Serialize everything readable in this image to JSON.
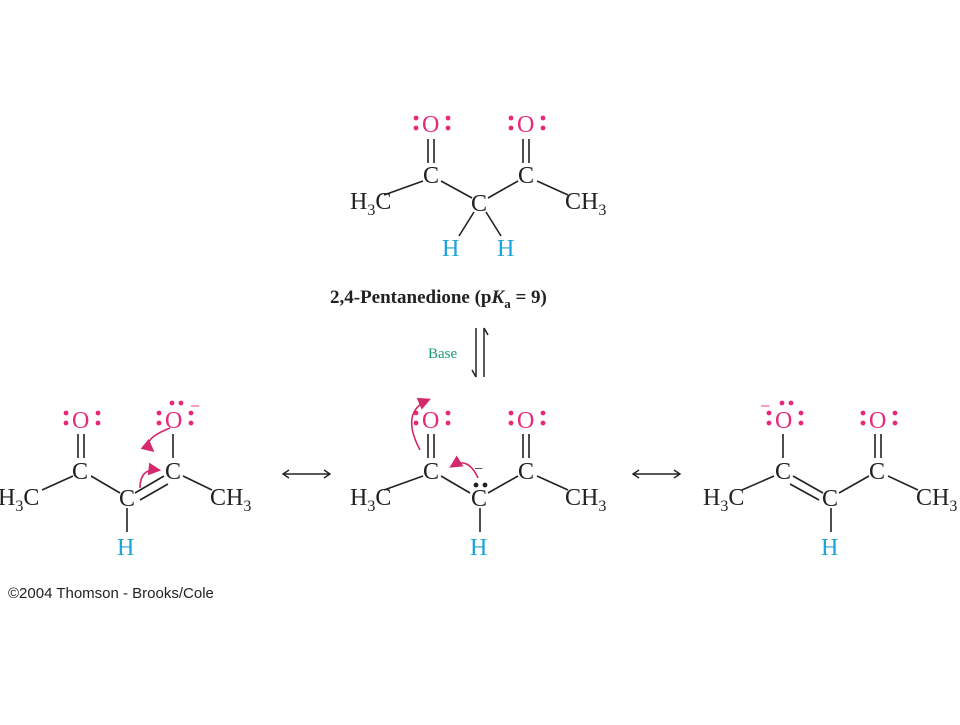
{
  "colors": {
    "oxygen": "#e8287a",
    "hydrogen": "#1aa5d8",
    "reagent": "#1a9a6c",
    "bond": "#222222",
    "arrow": "#d42a6b"
  },
  "top_molecule": {
    "o_left": "O",
    "o_right": "O",
    "c_left": "C",
    "c_middle": "C",
    "c_right": "C",
    "h3c_H": "H",
    "h3c_sub": "3",
    "h3c_C": "C",
    "ch3_C": "CH",
    "ch3_sub": "3",
    "h_left": "H",
    "h_right": "H"
  },
  "caption": {
    "name": "2,4-Pentanedione (p",
    "ka_K": "K",
    "ka_sub": "a",
    "ka_value": " = 9)"
  },
  "reagent": {
    "label": "Base"
  },
  "resonance_left": {
    "o_left": "O",
    "o_right": "O",
    "charge": "−",
    "c_left": "C",
    "c_middle": "C",
    "c_right": "C",
    "h": "H",
    "h3c_H": "H",
    "h3c_sub": "3",
    "h3c_C": "C",
    "ch3_C": "CH",
    "ch3_sub": "3"
  },
  "resonance_middle": {
    "o_left": "O",
    "o_right": "O",
    "charge": "−",
    "c_left": "C",
    "c_middle": "C",
    "c_right": "C",
    "h": "H",
    "h3c_H": "H",
    "h3c_sub": "3",
    "h3c_C": "C",
    "ch3_C": "CH",
    "ch3_sub": "3"
  },
  "resonance_right": {
    "o_left": "O",
    "o_right": "O",
    "charge": "−",
    "c_left": "C",
    "c_middle": "C",
    "c_right": "C",
    "h": "H",
    "h3c_H": "H",
    "h3c_sub": "3",
    "h3c_C": "C",
    "ch3_C": "CH",
    "ch3_sub": "3"
  },
  "copyright": "©2004 Thomson - Brooks/Cole"
}
